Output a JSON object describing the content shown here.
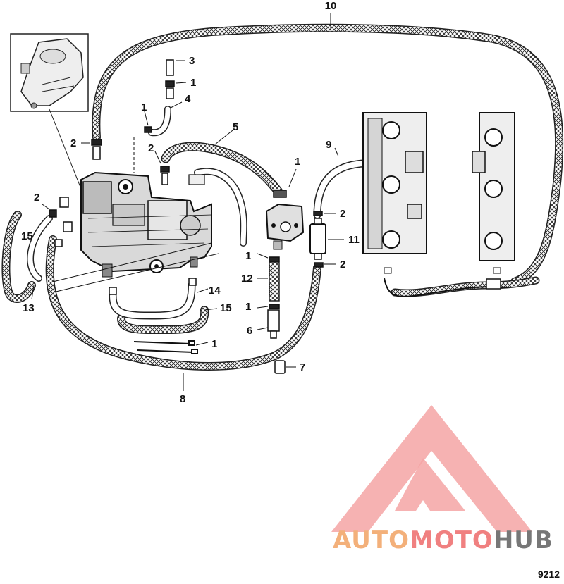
{
  "callouts": {
    "n10": "10",
    "n3": "3",
    "n1a": "1",
    "n1b": "1",
    "n4": "4",
    "n2a": "2",
    "n5": "5",
    "n2b": "2",
    "n1c": "1",
    "n9": "9",
    "n2c": "2",
    "n15a": "15",
    "n2d": "2",
    "n11": "11",
    "n1d": "1",
    "n2e": "2",
    "n12": "12",
    "n13": "13",
    "n14": "14",
    "n15b": "15",
    "n1e": "1",
    "n6": "6",
    "n1f": "1",
    "n7": "7",
    "n8": "8"
  },
  "watermark": {
    "part1": "AUTO",
    "part2": "MOTO",
    "part3": "HUB",
    "color_orange": "#f3b07a",
    "color_red": "#f08080",
    "color_gray": "#777777"
  },
  "figure_ref": "9212"
}
